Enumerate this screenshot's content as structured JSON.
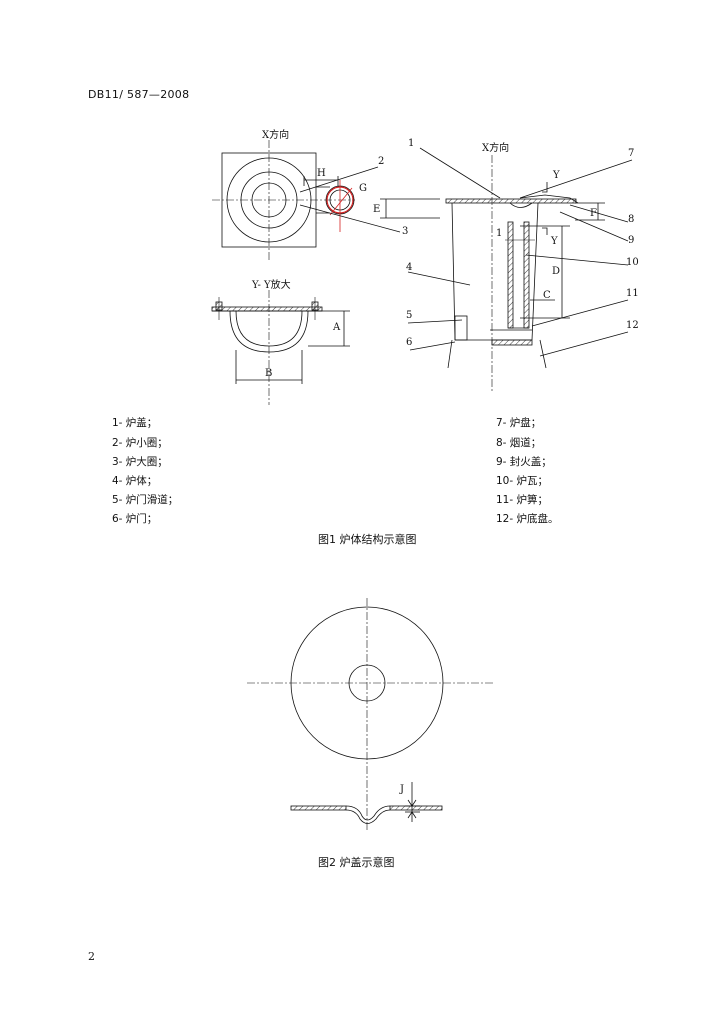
{
  "header": {
    "standard_number": "DB11/  587—2008"
  },
  "figure1": {
    "plan_view_label": "X方向",
    "side_view_label": "X方向",
    "section_label": "Y- Y放大",
    "callouts": [
      "1",
      "2",
      "3",
      "4",
      "5",
      "6",
      "7",
      "8",
      "9",
      "10",
      "11",
      "12"
    ],
    "section_marks": {
      "y_upper": "Y",
      "y_lower": "Y",
      "one_lower": "1"
    },
    "dimension_letters": {
      "A": "A",
      "B": "B",
      "C": "C",
      "D": "D",
      "E": "E",
      "F": "F",
      "G": "G",
      "H": "H"
    },
    "legend_left": [
      "1- 炉盖；",
      "2- 炉小圈；",
      "3- 炉大圈；",
      "4- 炉体；",
      "5- 炉门滑道；",
      "6- 炉门；"
    ],
    "legend_right": [
      "7- 炉盘；",
      "8- 烟道；",
      "9- 封火盖；",
      "10- 炉瓦；",
      "11- 炉箅；",
      "12- 炉底盘。"
    ],
    "caption": "图1  炉体结构示意图"
  },
  "figure2": {
    "dimension_letter": "J",
    "caption": "图2    炉盖示意图"
  },
  "page_number": "2",
  "colors": {
    "line": "#111111",
    "accent_red": "#d42020"
  }
}
